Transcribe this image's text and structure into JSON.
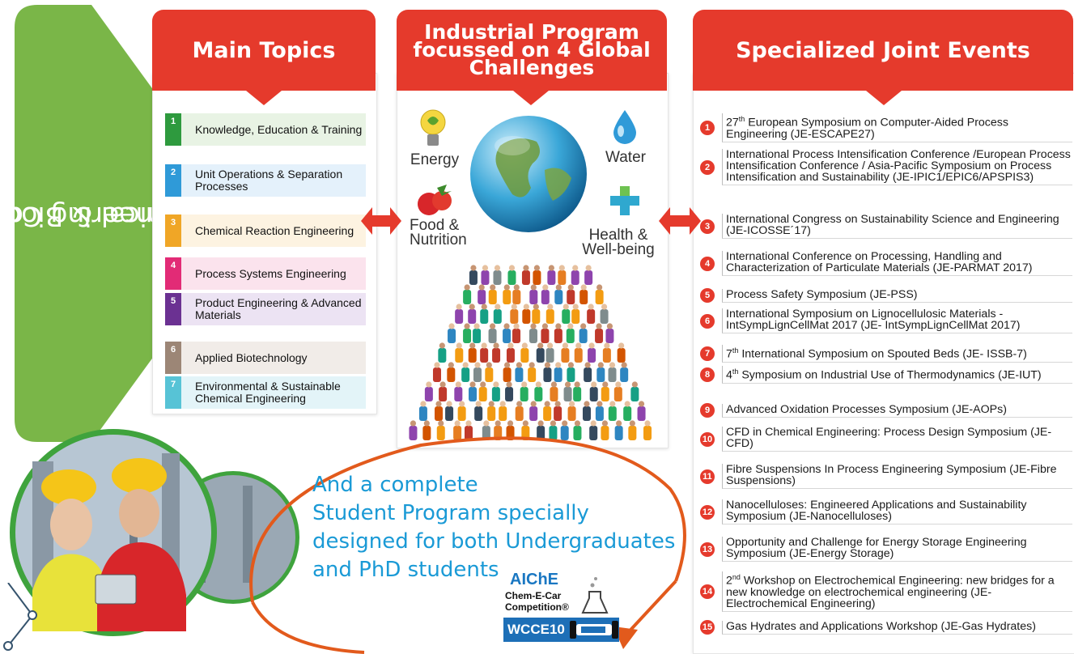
{
  "side": {
    "line1": "Chemical & Biochemical",
    "line2": "Engineering Core",
    "color": "#7ab648"
  },
  "main_topics": {
    "title": "Main Topics",
    "items": [
      {
        "num": "1",
        "label": "Knowledge, Education & Training",
        "color": "#2e9a3e",
        "bg": "#e8f3e4"
      },
      {
        "num": "2",
        "label": "Unit Operations & Separation Processes",
        "color": "#2f9ad8",
        "bg": "#e4f1fb"
      },
      {
        "num": "3",
        "label": "Chemical Reaction Engineering",
        "color": "#f0a626",
        "bg": "#fdf3e1"
      },
      {
        "num": "4",
        "label": "Process Systems Engineering",
        "color": "#e22b76",
        "bg": "#fbe3ed"
      },
      {
        "num": "5",
        "label": "Product Engineering & Advanced Materials",
        "color": "#6b3192",
        "bg": "#ece3f3"
      },
      {
        "num": "6",
        "label": "Applied Biotechnology",
        "color": "#9c8676",
        "bg": "#f1ece8"
      },
      {
        "num": "7",
        "label": "Environmental & Sustainable Chemical Engineering",
        "color": "#57c3d6",
        "bg": "#e3f4f8"
      }
    ]
  },
  "industrial": {
    "title_line1": "Industrial Program",
    "title_line2": "focussed on 4 Global",
    "title_line3": "Challenges",
    "energy": "Energy",
    "water": "Water",
    "food_line1": "Food &",
    "food_line2": "Nutrition",
    "health_line1": "Health &",
    "health_line2": "Well-being"
  },
  "events": {
    "title": "Specialized Joint Events",
    "items": [
      {
        "num": "1",
        "sup_pre": "27",
        "sup": "th",
        "text": " European Symposium on Computer-Aided Process Engineering (JE-ESCAPE27)"
      },
      {
        "num": "2",
        "sup_pre": "",
        "sup": "",
        "text": "International Process Intensification Conference /European Process Intensification Conference / Asia-Pacific Symposium on Process Intensification and Sustainability (JE-IPIC1/EPIC6/APSPIS3)"
      },
      {
        "num": "3",
        "sup_pre": "",
        "sup": "",
        "text": "International Congress on Sustainability Science and Engineering (JE-ICOSSE´17)"
      },
      {
        "num": "4",
        "sup_pre": "",
        "sup": "",
        "text": "International Conference on Processing, Handling and Characterization of Particulate Materials (JE-PARMAT 2017)"
      },
      {
        "num": "5",
        "sup_pre": "",
        "sup": "",
        "text": "Process Safety Symposium (JE-PSS)"
      },
      {
        "num": "6",
        "sup_pre": "",
        "sup": "",
        "text": "International Symposium on Lignocellulosic Materials - IntSympLignCellMat 2017 (JE- IntSympLignCellMat 2017)"
      },
      {
        "num": "7",
        "sup_pre": "7",
        "sup": "th",
        "text": " International Symposium on Spouted Beds (JE- ISSB-7)"
      },
      {
        "num": "8",
        "sup_pre": "4",
        "sup": "th",
        "text": " Symposium on Industrial Use of Thermodynamics (JE-IUT)"
      },
      {
        "num": "9",
        "sup_pre": "",
        "sup": "",
        "text": "Advanced Oxidation Processes Symposium (JE-AOPs)"
      },
      {
        "num": "10",
        "sup_pre": "",
        "sup": "",
        "text": "CFD in Chemical Engineering: Process Design Symposium (JE-CFD)"
      },
      {
        "num": "11",
        "sup_pre": "",
        "sup": "",
        "text": "Fibre Suspensions In Process Engineering Symposium (JE-Fibre Suspensions)"
      },
      {
        "num": "12",
        "sup_pre": "",
        "sup": "",
        "text": "Nanocelluloses: Engineered Applications and Sustainability Symposium (JE-Nanocelluloses)"
      },
      {
        "num": "13",
        "sup_pre": "",
        "sup": "",
        "text": "Opportunity and Challenge for Energy Storage Engineering Symposium (JE-Energy Storage)"
      },
      {
        "num": "14",
        "sup_pre": "2",
        "sup": "nd",
        "text": " Workshop on Electrochemical Engineering: new bridges for a new knowledge on electrochemical engineering (JE-Electrochemical Engineering)"
      },
      {
        "num": "15",
        "sup_pre": "",
        "sup": "",
        "text": "Gas Hydrates and Applications Workshop (JE-Gas Hydrates)"
      }
    ]
  },
  "student": {
    "line1": "And a complete",
    "line2": "Student Program specially",
    "line3": "designed for both Undergraduates",
    "line4": "and PhD students"
  },
  "aiche": {
    "brand": "AIChE",
    "line1": "Chem-E-Car",
    "line2": "Competition®",
    "badge": "WCCE10"
  },
  "colors": {
    "red": "#e53a2c",
    "green": "#7ab648",
    "blue": "#1a9ad6",
    "orange": "#e25a1c"
  }
}
